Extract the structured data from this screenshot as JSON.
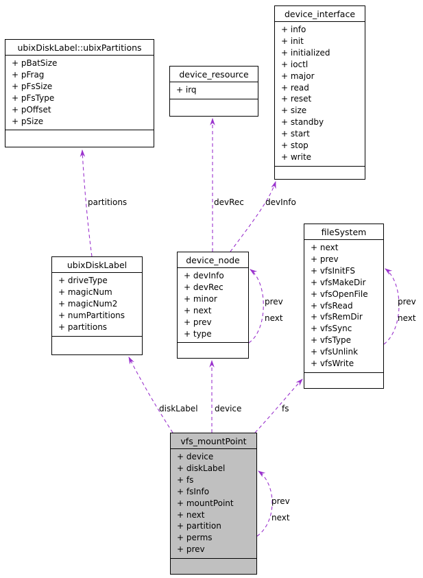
{
  "diagram": {
    "colors": {
      "edge": "#9a32cd",
      "box_border": "#000000",
      "box_fill": "#ffffff",
      "highlight_fill": "#c0c0c0",
      "text": "#000000"
    },
    "classes": {
      "ubixPartitions": {
        "title": "ubixDiskLabel::ubixPartitions",
        "attrs": [
          "+ pBatSize",
          "+ pFrag",
          "+ pFsSize",
          "+ pFsType",
          "+ pOffset",
          "+ pSize"
        ]
      },
      "device_resource": {
        "title": "device_resource",
        "attrs": [
          "+ irq"
        ]
      },
      "device_interface": {
        "title": "device_interface",
        "attrs": [
          "+ info",
          "+ init",
          "+ initialized",
          "+ ioctl",
          "+ major",
          "+ read",
          "+ reset",
          "+ size",
          "+ standby",
          "+ start",
          "+ stop",
          "+ write"
        ]
      },
      "ubixDiskLabel": {
        "title": "ubixDiskLabel",
        "attrs": [
          "+ driveType",
          "+ magicNum",
          "+ magicNum2",
          "+ numPartitions",
          "+ partitions"
        ]
      },
      "device_node": {
        "title": "device_node",
        "attrs": [
          "+ devInfo",
          "+ devRec",
          "+ minor",
          "+ next",
          "+ prev",
          "+ type"
        ]
      },
      "fileSystem": {
        "title": "fileSystem",
        "attrs": [
          "+ next",
          "+ prev",
          "+ vfsInitFS",
          "+ vfsMakeDir",
          "+ vfsOpenFile",
          "+ vfsRead",
          "+ vfsRemDir",
          "+ vfsSync",
          "+ vfsType",
          "+ vfsUnlink",
          "+ vfsWrite"
        ]
      },
      "vfs_mountPoint": {
        "title": "vfs_mountPoint",
        "attrs": [
          "+ device",
          "+ diskLabel",
          "+ fs",
          "+ fsInfo",
          "+ mountPoint",
          "+ next",
          "+ partition",
          "+ perms",
          "+ prev"
        ]
      }
    },
    "edge_labels": {
      "partitions": "partitions",
      "devRec": "devRec",
      "devInfo": "devInfo",
      "diskLabel": "diskLabel",
      "device": "device",
      "fs": "fs",
      "node_loop_prev": "prev",
      "node_loop_next": "next",
      "filesystem_loop_prev": "prev",
      "filesystem_loop_next": "next",
      "mountpoint_loop_prev": "prev",
      "mountpoint_loop_next": "next"
    }
  }
}
